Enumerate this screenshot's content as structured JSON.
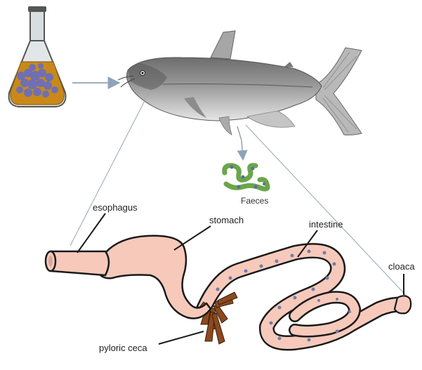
{
  "labels": {
    "esophagus": "esophagus",
    "stomach": "stomach",
    "intestine": "intestine",
    "cloaca": "cloaca",
    "pyloric_ceca": "pyloric ceca",
    "faeces": "Faeces"
  },
  "colors": {
    "flask_liquid": "#c8891a",
    "bacteria": "#6f6fb3",
    "gut_fill": "#f6c9bb",
    "gut_outline": "#1a1a1a",
    "ceca": "#8a4a20",
    "faeces": "#6aa64a",
    "arrow": "#8fa3b8"
  }
}
